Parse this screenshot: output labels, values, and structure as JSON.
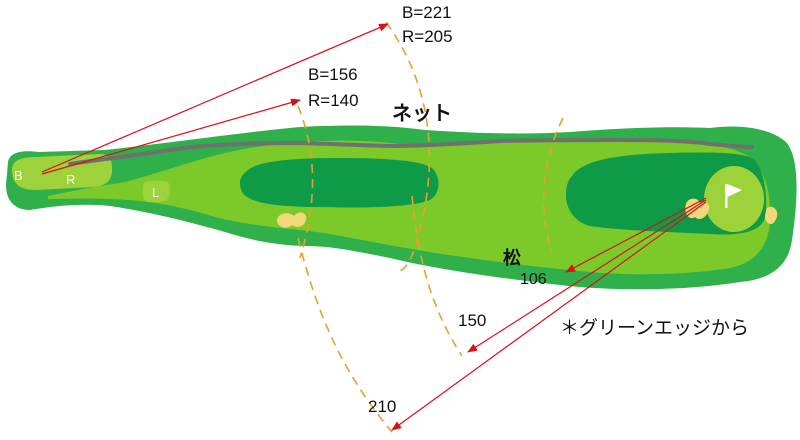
{
  "tee_labels": {
    "back": "B",
    "regular": "R",
    "ladies": "L"
  },
  "tee_distances": {
    "far": {
      "back": "B=221",
      "regular": "R=205"
    },
    "near": {
      "back": "B=156",
      "regular": "R=140"
    }
  },
  "net_label": "ネット",
  "pine_label": "松",
  "green_distances": {
    "short": "106",
    "mid": "150",
    "long": "210"
  },
  "green_edge_note": "＊グリーンエッジから",
  "colors": {
    "rough": "#2fb04a",
    "fairway": "#7cc92a",
    "tee_box": "#9ed23a",
    "dark_green": "#0e9a46",
    "bunker": "#f3d77a",
    "arc": "#e8a030",
    "arrow": "#d8101a",
    "net": "#707070"
  }
}
